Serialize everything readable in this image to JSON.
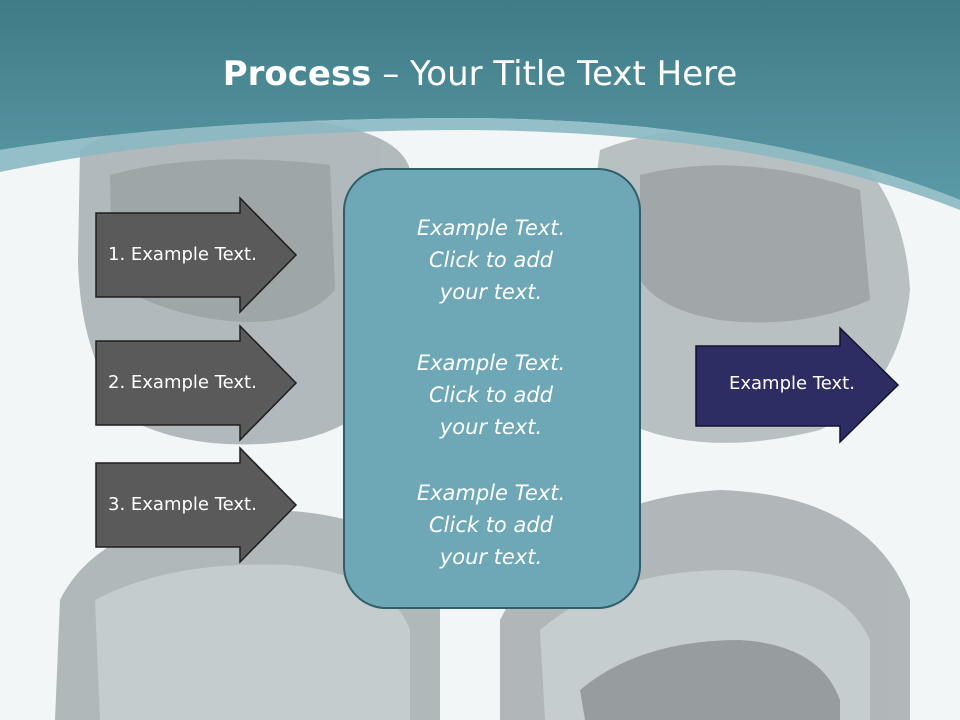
{
  "slide": {
    "title_bold": "Process",
    "title_rest": " – Your Title Text Here",
    "inputs": [
      {
        "label": "1. Example Text."
      },
      {
        "label": "2. Example Text."
      },
      {
        "label": "3. Example Text."
      }
    ],
    "center_blocks": [
      {
        "lines": [
          "Example Text.",
          "Click  to add",
          "your text."
        ]
      },
      {
        "lines": [
          "Example Text.",
          "Click  to add",
          "your text."
        ]
      },
      {
        "lines": [
          "Example Text.",
          "Click  to add",
          "your text."
        ]
      }
    ],
    "output": {
      "label": "Example Text."
    }
  },
  "colors": {
    "header_teal": "#4f8e9a",
    "center_box": "#6ea8b6",
    "input_arrow": "#5a5a5a",
    "output_arrow": "#2e2d63",
    "background": "#f2f6f7"
  }
}
